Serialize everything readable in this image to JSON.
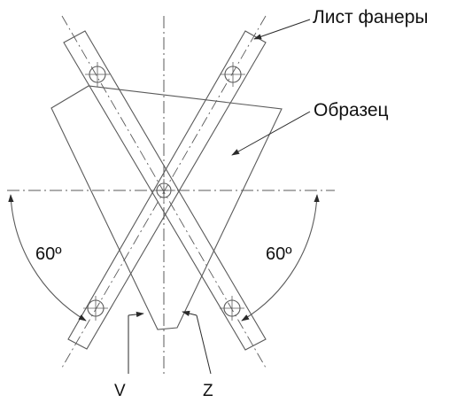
{
  "labels": {
    "plywood_sheet": "Лист фанеры",
    "specimen": "Образец",
    "angle_left": "60º",
    "angle_right": "60º",
    "axis_v": "V",
    "axis_z": "Z"
  },
  "colors": {
    "line": "#5a5a5a",
    "text": "#111111",
    "background": "#ffffff"
  }
}
